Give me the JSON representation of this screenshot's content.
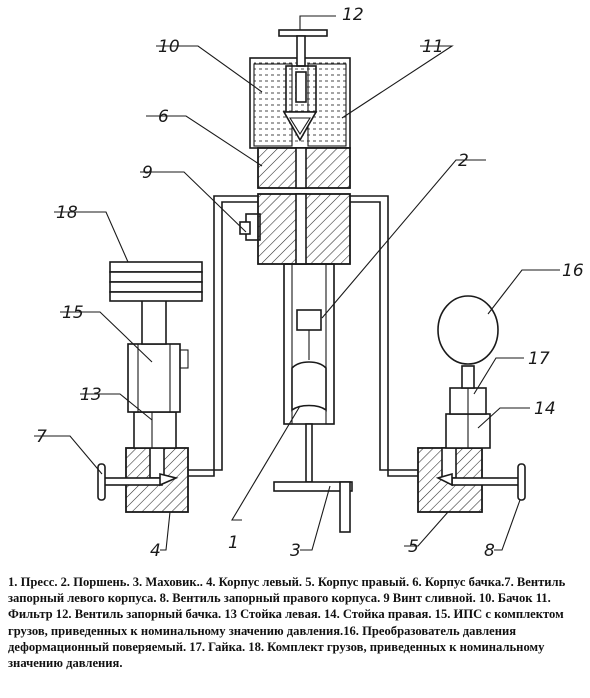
{
  "labels": {
    "n1": "1",
    "n2": "2",
    "n3": "3",
    "n4": "4",
    "n5": "5",
    "n6": "6",
    "n7": "7",
    "n8": "8",
    "n9": "9",
    "n10": "10",
    "n11": "11",
    "n12": "12",
    "n13": "13",
    "n14": "14",
    "n15": "15",
    "n16": "16",
    "n17": "17",
    "n18": "18"
  },
  "caption": "1. Пресс. 2. Поршень. 3. Маховик.. 4. Корпус левый. 5. Корпус правый. 6. Корпус бачка.7. Вентиль запорный левого корпуса. 8. Вентиль запорный правого корпуса. 9 Винт сливной. 10. Бачок 11. Фильтр 12. Вентиль запорный бачка. 13 Стойка левая. 14. Стойка правая. 15. ИПС с комплектом грузов, приведенных к номинальному значению давления.16. Преобразователь давления деформационный поверяемый. 17. Гайка. 18. Комплект грузов, приведенных к номинальному значению давления."
}
